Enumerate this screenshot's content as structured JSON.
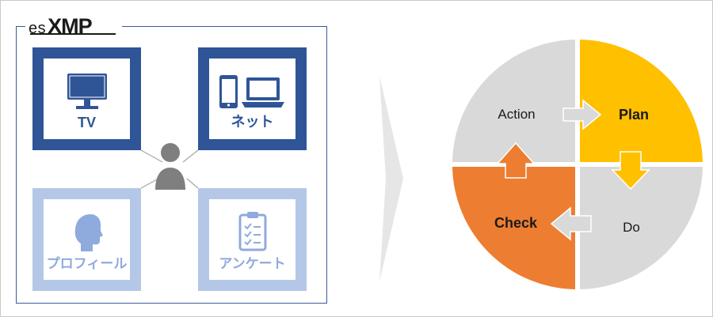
{
  "logo": {
    "prefix": "es",
    "main": "XMP"
  },
  "tiles": {
    "tv": {
      "label": "TV",
      "icon": "tv-icon"
    },
    "net": {
      "label": "ネット",
      "icon": "devices-icon"
    },
    "profile": {
      "label": "プロフィール",
      "icon": "head-profile-icon"
    },
    "survey": {
      "label": "アンケート",
      "icon": "clipboard-checklist-icon"
    }
  },
  "center_icon": "person-icon",
  "cycle": {
    "plan": "Plan",
    "do": "Do",
    "check": "Check",
    "action": "Action"
  },
  "colors": {
    "dark_blue": "#2f5597",
    "light_blue": "#b4c7e7",
    "plan": "#ffc000",
    "check": "#ed7d31",
    "neutral": "#d9d9d9",
    "person": "#7f7f7f"
  }
}
